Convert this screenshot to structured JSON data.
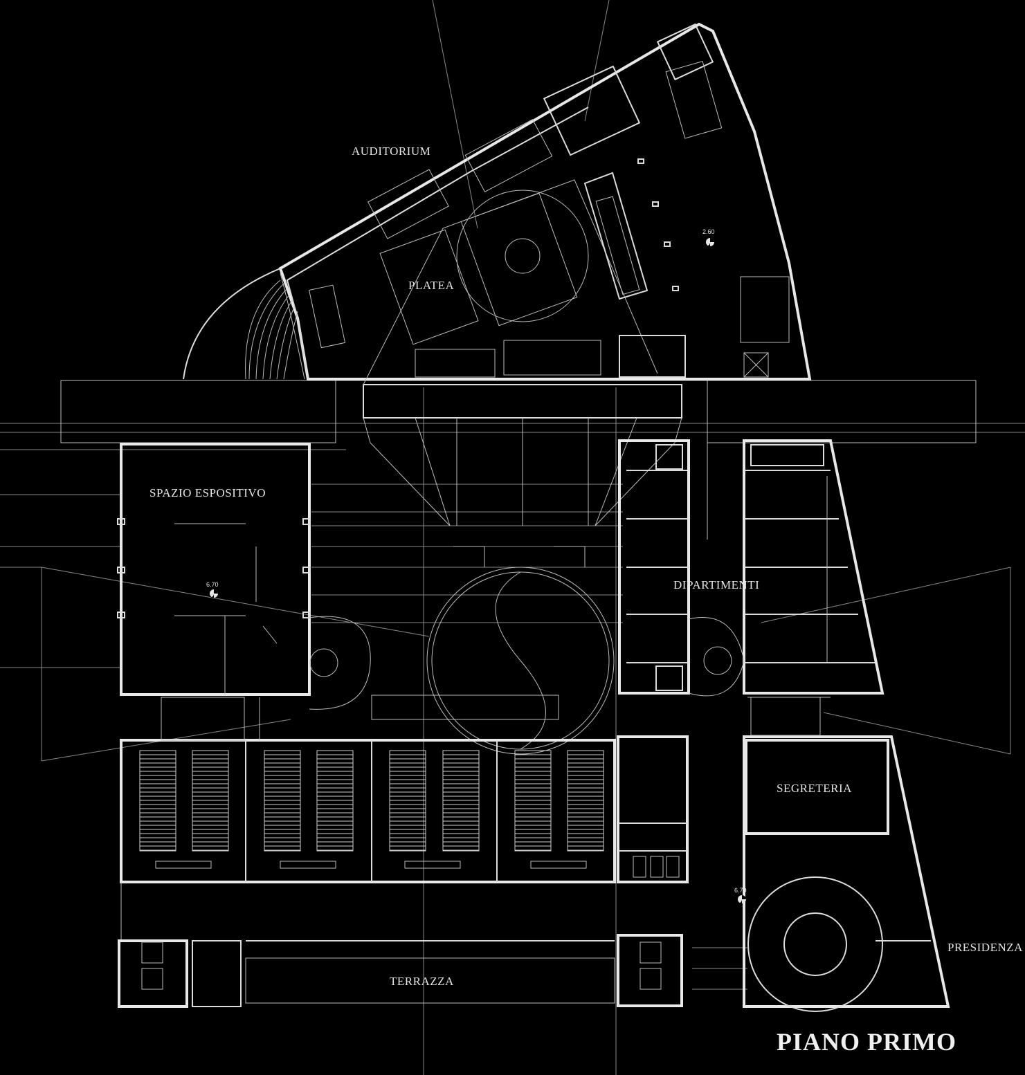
{
  "rooms": {
    "auditorium": "AUDITORIUM",
    "platea": "PLATEA",
    "spazio_espositivo": "SPAZIO ESPOSITIVO",
    "dipartimenti": "DIPARTIMENTI",
    "segreteria": "SEGRETERIA",
    "presidenza": "PRESIDENZA",
    "terrazza": "TERRAZZA"
  },
  "elevations": {
    "auditorium_foyer": "2.60",
    "spazio_espositivo": "6.70",
    "segreteria_hall": "6.70"
  },
  "drawing_title": "PIANO PRIMO"
}
